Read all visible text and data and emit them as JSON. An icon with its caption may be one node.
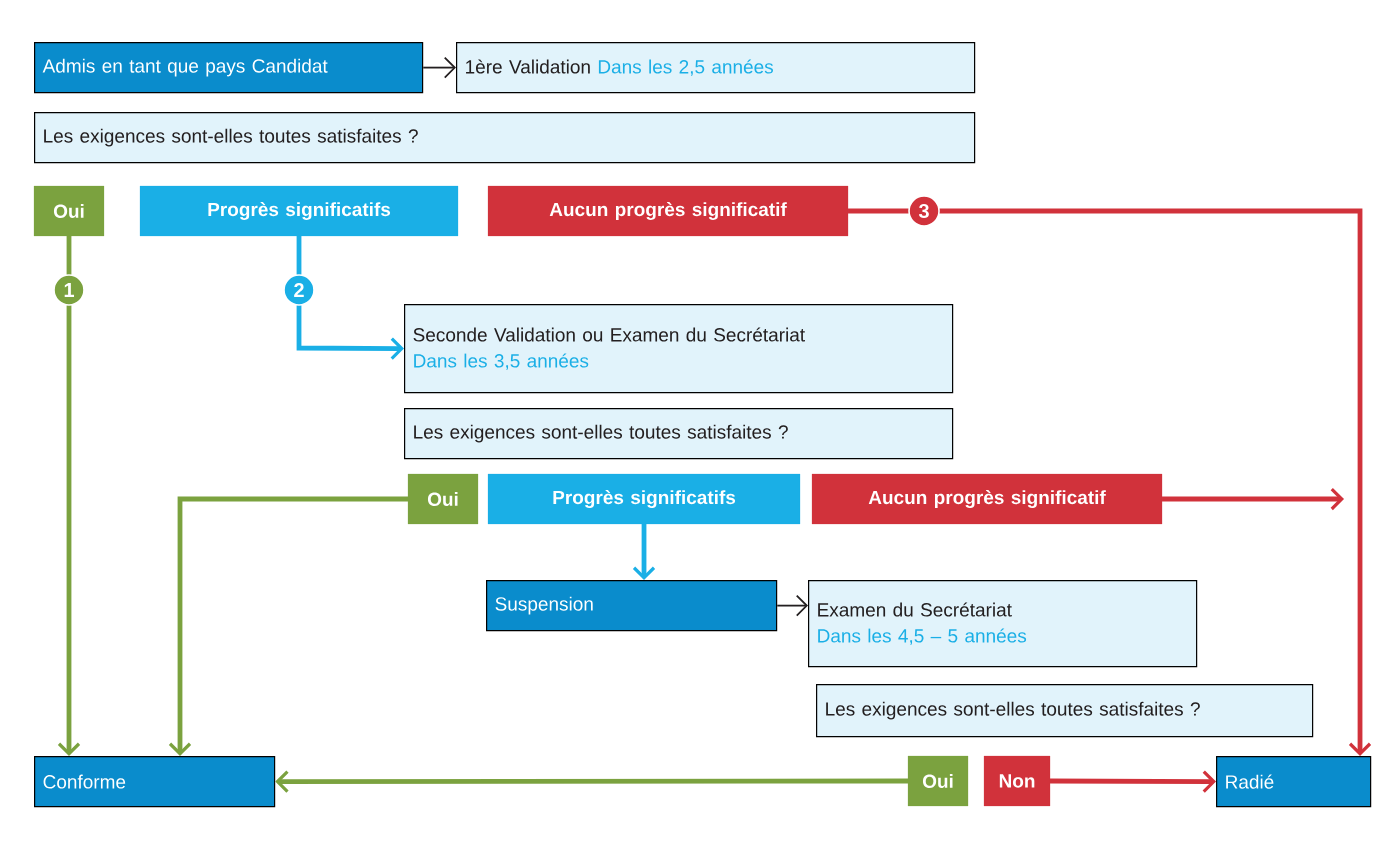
{
  "diagram": {
    "nodes": [
      {
        "text": [
          "Admis en tant que pays Candidat"
        ]
      },
      {
        "text": [
          "1ère Validation",
          "Dans les 2,5 années"
        ]
      },
      {
        "text": [
          "Les exigences sont-elles toutes satisfaites ?"
        ]
      },
      {
        "text": [
          "Oui"
        ]
      },
      {
        "text": [
          "Progrès significatifs"
        ]
      },
      {
        "text": [
          "Aucun progrès significatif"
        ]
      },
      {
        "text": [
          "Seconde Validation ou Examen du Secrétariat",
          "Dans les 3,5 années"
        ]
      },
      {
        "text": [
          "Les exigences sont-elles toutes satisfaites ?"
        ]
      },
      {
        "text": [
          "Oui"
        ]
      },
      {
        "text": [
          "Progrès significatifs"
        ]
      },
      {
        "text": [
          "Aucun progrès significatif"
        ]
      },
      {
        "text": [
          "Suspension"
        ]
      },
      {
        "text": [
          "Examen du Secrétariat",
          "Dans les 4,5 – 5 années"
        ]
      },
      {
        "text": [
          "Les exigences sont-elles toutes satisfaites ?"
        ]
      },
      {
        "text": [
          "Conforme"
        ]
      },
      {
        "text": [
          "Oui"
        ]
      },
      {
        "text": [
          "Non"
        ]
      },
      {
        "text": [
          "Radié"
        ]
      }
    ],
    "edges": [
      {
        "from": 0,
        "to": 1,
        "arrow": "to",
        "color": "#231f20"
      },
      {
        "from": 3,
        "to": 14,
        "arrow": "to",
        "label": "1",
        "color": "#7ba23f"
      },
      {
        "from": 4,
        "to": 6,
        "arrow": "to",
        "label": "2",
        "color": "#1aafe6"
      },
      {
        "from": 5,
        "to": 17,
        "arrow": "to",
        "label": "3",
        "color": "#d1323b"
      },
      {
        "from": 8,
        "to": 14,
        "arrow": "to",
        "color": "#7ba23f"
      },
      {
        "from": 9,
        "to": 11,
        "arrow": "to",
        "color": "#1aafe6"
      },
      {
        "from": 10,
        "to": null,
        "arrow": "to",
        "color": "#d1323b"
      },
      {
        "from": 11,
        "to": 12,
        "arrow": "to",
        "color": "#231f20"
      },
      {
        "from": 15,
        "to": 14,
        "arrow": "to",
        "color": "#7ba23f"
      },
      {
        "from": 16,
        "to": 17,
        "arrow": "to",
        "color": "#d1323b"
      }
    ]
  }
}
